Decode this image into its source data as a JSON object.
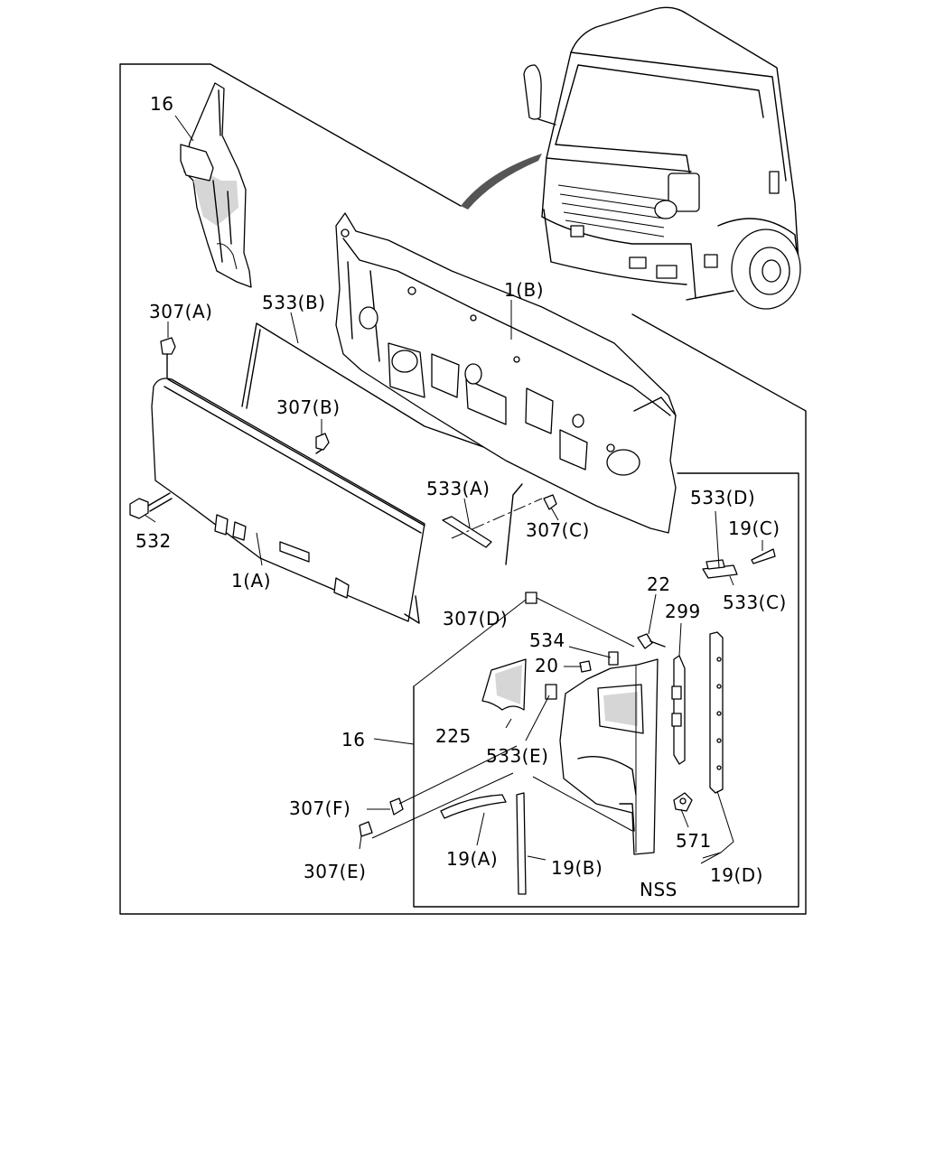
{
  "labels": {
    "part_16_top": "16",
    "part_307A": "307(A)",
    "part_533B": "533(B)",
    "part_1B": "1(B)",
    "part_307B": "307(B)",
    "part_533A": "533(A)",
    "part_532": "532",
    "part_1A": "1(A)",
    "part_307C": "307(C)",
    "part_533D": "533(D)",
    "part_19C": "19(C)",
    "part_533C": "533(C)",
    "part_22": "22",
    "part_299": "299",
    "part_307D": "307(D)",
    "part_534": "534",
    "part_20": "20",
    "part_225": "225",
    "part_16_mid": "16",
    "part_533E": "533(E)",
    "part_307F": "307(F)",
    "part_571": "571",
    "part_307E": "307(E)",
    "part_19A": "19(A)",
    "part_19B": "19(B)",
    "part_19D": "19(D)",
    "side_NSS": "NSS"
  }
}
